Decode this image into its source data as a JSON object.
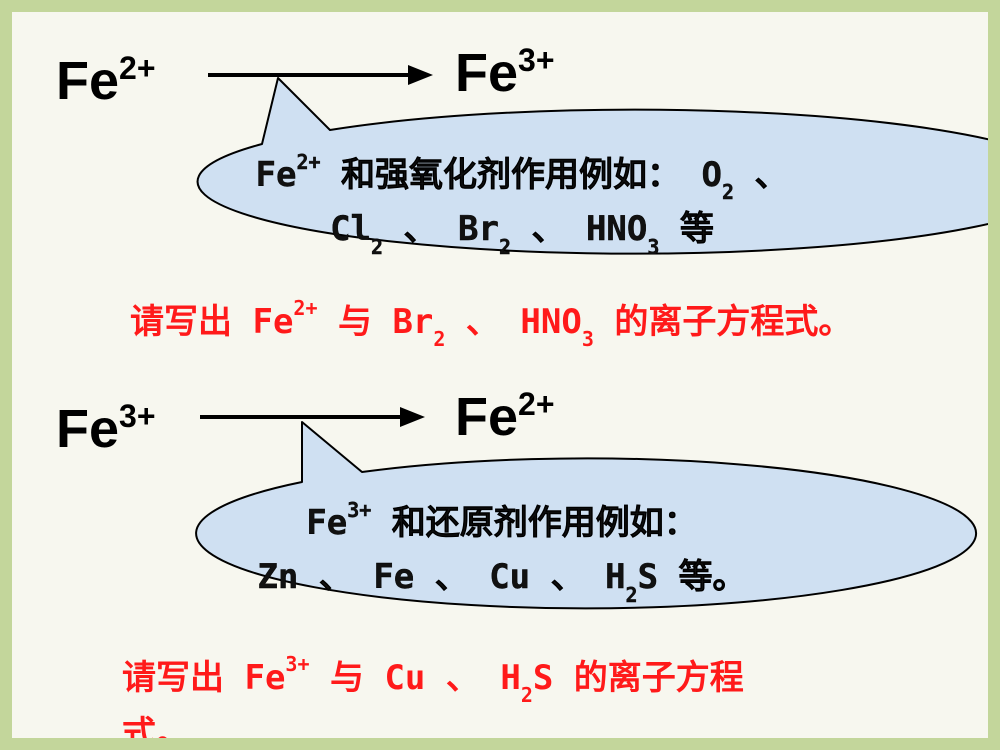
{
  "section1": {
    "from_ion": "Fe",
    "from_charge": "2+",
    "to_ion": "Fe",
    "to_charge": "3+",
    "bubble": {
      "line1": [
        "Fe",
        "2+",
        " 和强氧化剂作用例如： O",
        "2",
        " 、"
      ],
      "line2": [
        "Cl",
        "2",
        " 、 Br",
        "2",
        " 、 HNO",
        "3",
        " 等"
      ]
    },
    "question": [
      "请写出 Fe",
      "2+",
      " 与 Br",
      "2",
      " 、 HNO",
      "3",
      " 的离子方程式。"
    ]
  },
  "section2": {
    "from_ion": "Fe",
    "from_charge": "3+",
    "to_ion": "Fe",
    "to_charge": "2+",
    "bubble": {
      "line1": [
        "Fe",
        "3+",
        " 和还原剂作用例如："
      ],
      "line2": [
        "Zn 、 Fe 、 Cu 、 H",
        "2",
        "S 等。"
      ]
    },
    "question_line1": [
      "请写出 Fe",
      "3+",
      " 与 Cu 、 H",
      "2",
      "S 的离子方程"
    ],
    "question_line2": "式。"
  },
  "colors": {
    "background": "#c3d69b",
    "slide": "#f7f7ef",
    "bubble_fill": "#cfe0f2",
    "question_text": "#ff1a1a"
  }
}
